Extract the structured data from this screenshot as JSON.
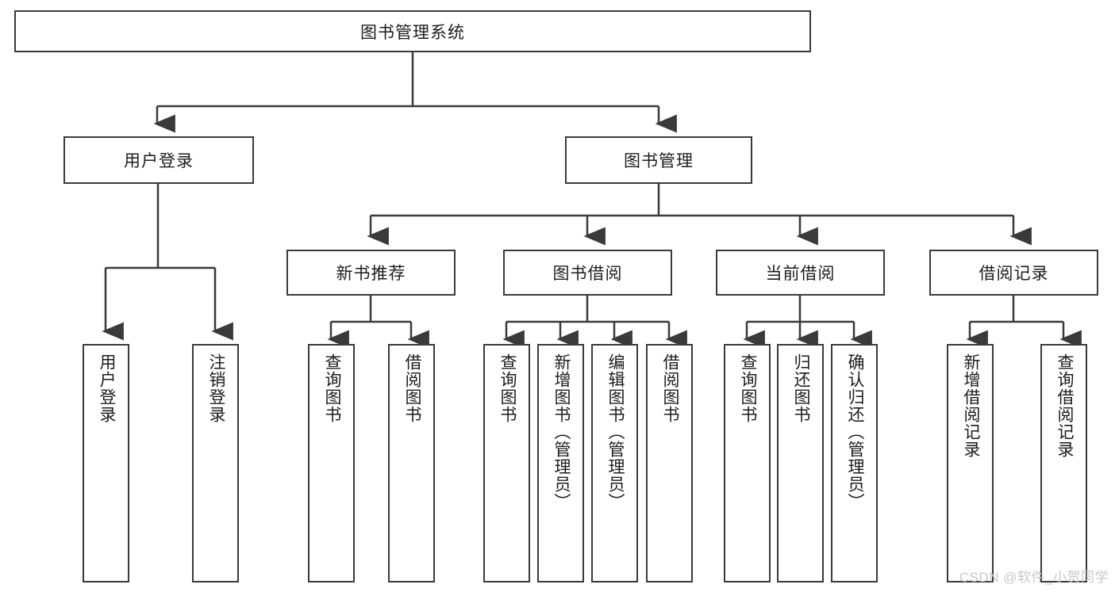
{
  "diagram": {
    "title": "图书管理系统",
    "type": "hierarchy-tree",
    "root": {
      "id": "root",
      "label": "图书管理系统"
    },
    "level1": [
      {
        "id": "user-login",
        "label": "用户登录"
      },
      {
        "id": "book-manage",
        "label": "图书管理"
      }
    ],
    "level2": [
      {
        "id": "new-book-recommend",
        "label": "新书推荐",
        "parent": "book-manage"
      },
      {
        "id": "book-borrow",
        "label": "图书借阅",
        "parent": "book-manage"
      },
      {
        "id": "current-borrow",
        "label": "当前借阅",
        "parent": "book-manage"
      },
      {
        "id": "borrow-record",
        "label": "借阅记录",
        "parent": "book-manage"
      }
    ],
    "leaves": [
      {
        "id": "leaf-user-login",
        "label": "用户登录",
        "parent": "user-login"
      },
      {
        "id": "leaf-logout-login",
        "label": "注销登录",
        "parent": "user-login"
      },
      {
        "id": "leaf-query-book-1",
        "label": "查询图书",
        "parent": "new-book-recommend"
      },
      {
        "id": "leaf-borrow-book-1",
        "label": "借阅图书",
        "parent": "new-book-recommend"
      },
      {
        "id": "leaf-query-book-2",
        "label": "查询图书",
        "parent": "book-borrow"
      },
      {
        "id": "leaf-add-book",
        "label": "新增图书（管理员）",
        "parent": "book-borrow"
      },
      {
        "id": "leaf-edit-book",
        "label": "编辑图书（管理员）",
        "parent": "book-borrow"
      },
      {
        "id": "leaf-borrow-book-2",
        "label": "借阅图书",
        "parent": "book-borrow"
      },
      {
        "id": "leaf-query-book-3",
        "label": "查询图书",
        "parent": "current-borrow"
      },
      {
        "id": "leaf-return-book",
        "label": "归还图书",
        "parent": "current-borrow"
      },
      {
        "id": "leaf-confirm-return",
        "label": "确认归还（管理员）",
        "parent": "current-borrow"
      },
      {
        "id": "leaf-add-record",
        "label": "新增借阅记录",
        "parent": "borrow-record"
      },
      {
        "id": "leaf-query-record",
        "label": "查询借阅记录",
        "parent": "borrow-record"
      }
    ],
    "colors": {
      "stroke": "#3a3a3a",
      "text": "#1c1c1c",
      "background": "#ffffff",
      "watermark": "#c8c8c8"
    }
  },
  "watermark": {
    "text": "CSDN @软件_小贺同学"
  }
}
